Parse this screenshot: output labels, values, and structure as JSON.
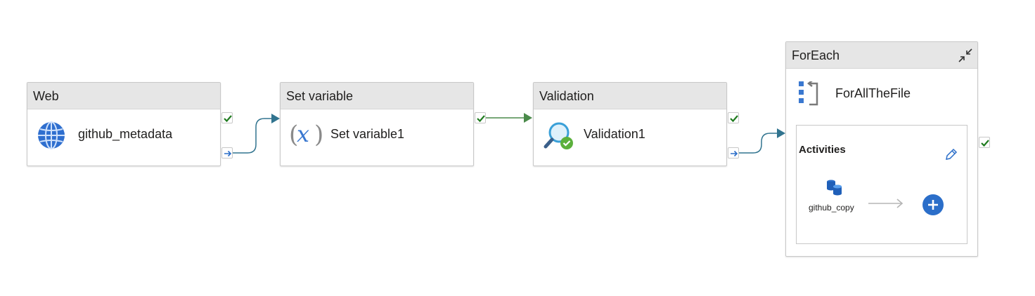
{
  "activities": {
    "web": {
      "type_label": "Web",
      "name": "github_metadata",
      "icon": "globe-icon"
    },
    "set_variable": {
      "type_label": "Set variable",
      "name": "Set variable1",
      "icon": "variable-x-icon"
    },
    "validation": {
      "type_label": "Validation",
      "name": "Validation1",
      "icon": "validation-magnifier-icon"
    },
    "foreach": {
      "type_label": "ForEach",
      "name": "ForAllTheFile",
      "icon": "foreach-loop-icon",
      "inner": {
        "title": "Activities",
        "child_name": "github_copy",
        "child_icon": "database-icon",
        "edit_icon": "pencil-icon",
        "add_icon": "add-circle-icon"
      }
    }
  },
  "connections": [
    {
      "from": "Web",
      "to": "Set variable",
      "condition": "completion",
      "color": "#31748f"
    },
    {
      "from": "Set variable",
      "to": "Validation",
      "condition": "success",
      "color": "#4a8a4a"
    },
    {
      "from": "Validation",
      "to": "ForEach",
      "condition": "completion",
      "color": "#31748f"
    }
  ],
  "colors": {
    "header_bg": "#e6e6e6",
    "success_green": "#1e7b1e",
    "completion_blue": "#31748f",
    "accent_blue": "#2b6ec9"
  }
}
